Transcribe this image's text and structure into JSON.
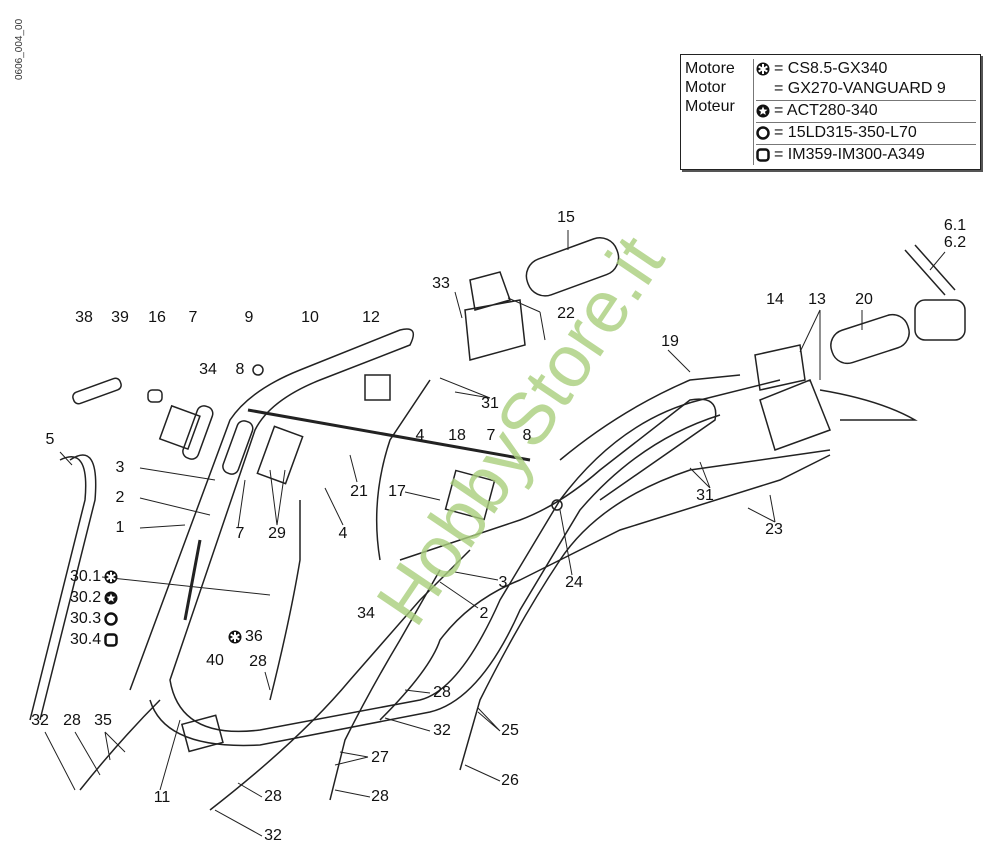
{
  "drawing_code": "0606_004_00",
  "legend": {
    "motor_labels": [
      "Motore",
      "Motor",
      "Moteur"
    ],
    "rows": [
      {
        "icon": "asterisk-circle-icon",
        "text": "= CS8.5-GX340"
      },
      {
        "icon": "",
        "text": "= GX270-VANGUARD 9"
      },
      {
        "icon": "star-circle-icon",
        "text": "= ACT280-340"
      },
      {
        "icon": "circle-icon",
        "text": "= 15LD315-350-L70"
      },
      {
        "icon": "square-icon",
        "text": "= IM359-IM300-A349"
      }
    ]
  },
  "labels": [
    "15",
    "6.1",
    "6.2",
    "33",
    "22",
    "14",
    "13",
    "20",
    "38",
    "39",
    "16",
    "7",
    "9",
    "10",
    "12",
    "19",
    "34",
    "8",
    "31",
    "5",
    "4",
    "18",
    "7",
    "8",
    "3",
    "21",
    "17",
    "2",
    "1",
    "7",
    "29",
    "4",
    "31",
    "23",
    "24",
    "3",
    "2",
    "34",
    "40",
    "28",
    "28",
    "32",
    "28",
    "35",
    "32",
    "25",
    "27",
    "11",
    "28",
    "28",
    "26",
    "32",
    "36"
  ],
  "variant_labels": [
    "30.1",
    "30.2",
    "30.3",
    "30.4"
  ],
  "watermark": "HobbyStore.it"
}
